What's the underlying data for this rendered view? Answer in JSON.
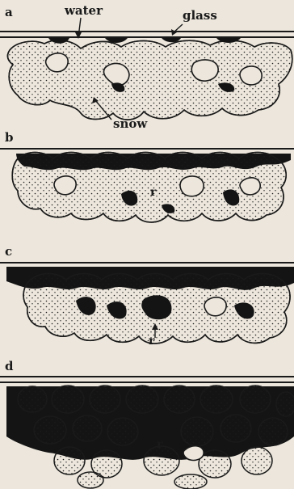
{
  "labels": {
    "water": "water",
    "glass": "glass",
    "snow": "snow",
    "r": "r"
  },
  "panels": [
    {
      "id": "a"
    },
    {
      "id": "b"
    },
    {
      "id": "c"
    },
    {
      "id": "d"
    }
  ],
  "colors": {
    "background": "#ece6dc",
    "ink": "#1a1a1a",
    "grain_fill": "#f2efe8"
  }
}
